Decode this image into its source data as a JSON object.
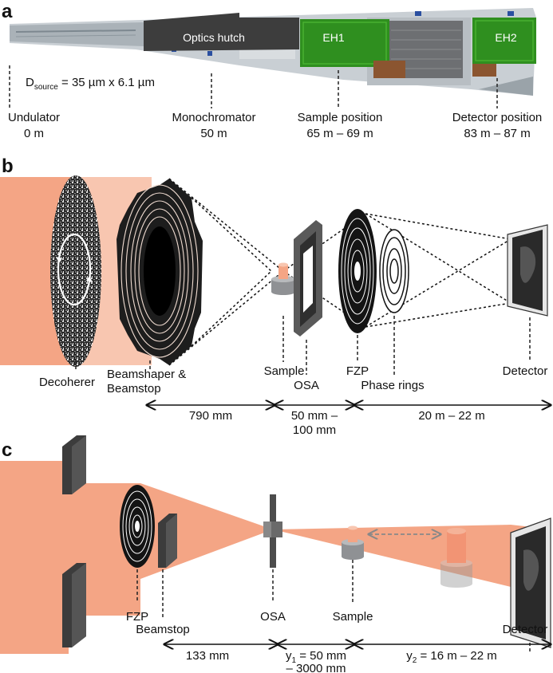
{
  "panel_a": {
    "letter": "a",
    "hutch_optics": "Optics hutch",
    "hutch_eh1": "EH1",
    "hutch_eh2": "EH2",
    "source_size_prefix": "D",
    "source_size_sub": "source",
    "source_size_value": " = 35 µm x 6.1 µm",
    "stations": [
      {
        "name": "Undulator",
        "distance": "0 m"
      },
      {
        "name": "Monochromator",
        "distance": "50 m"
      },
      {
        "name": "Sample position",
        "distance": "65 m – 69 m"
      },
      {
        "name": "Detector position",
        "distance": "83 m – 87 m"
      }
    ]
  },
  "panel_b": {
    "letter": "b",
    "labels": {
      "decoherer": "Decoherer",
      "beamshaper_1": "Beamshaper &",
      "beamshaper_2": "Beamstop",
      "sample": "Sample",
      "osa": "OSA",
      "fzp": "FZP",
      "phase_rings": "Phase rings",
      "detector": "Detector"
    },
    "distances": {
      "d1": "790 mm",
      "d2_1": "50 mm –",
      "d2_2": "100 mm",
      "d3": "20 m – 22 m"
    }
  },
  "panel_c": {
    "letter": "c",
    "labels": {
      "fzp": "FZP",
      "beamstop": "Beamstop",
      "osa": "OSA",
      "sample": "Sample",
      "detector": "Detector"
    },
    "distances": {
      "d1": "133 mm",
      "y1_sym": "y",
      "y1_sub": "1",
      "y1_val": " = 50 mm",
      "y1_line2": "– 3000 mm",
      "y2_sym": "y",
      "y2_sub": "2",
      "y2_val": " = 16 m – 22 m"
    }
  },
  "colors": {
    "beam": "#f4a585",
    "beam_light": "#f8c6b0",
    "hutch_dark": "#3d3d3d",
    "hutch_green": "#2f8f1f",
    "dark_grey": "#4a4a4a"
  }
}
